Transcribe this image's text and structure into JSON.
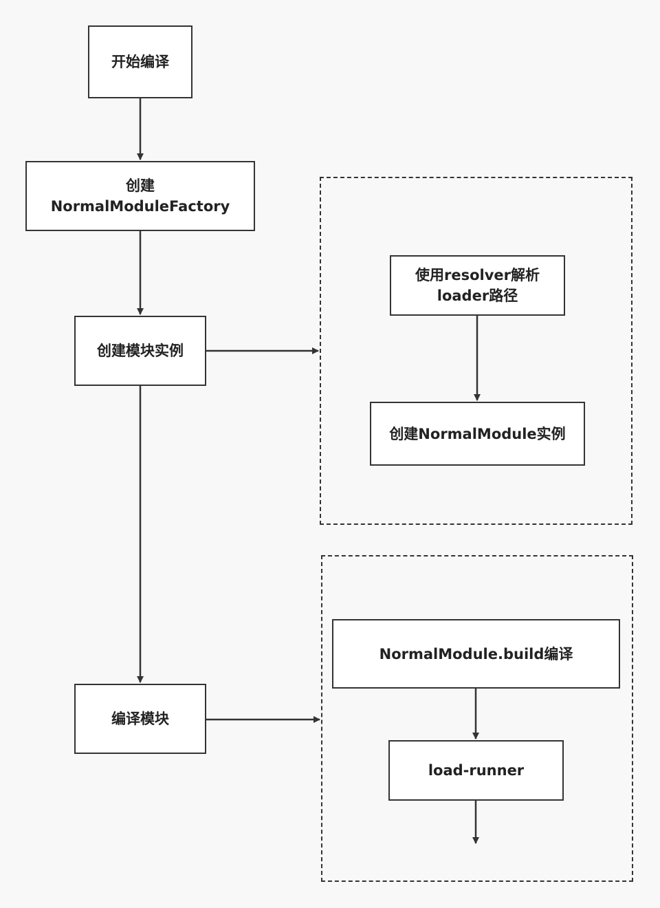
{
  "diagram": {
    "nodes": {
      "start_compile": {
        "lines": [
          "开始编译"
        ]
      },
      "create_factory": {
        "lines": [
          "创建",
          "NormalModuleFactory"
        ]
      },
      "create_module_instance": {
        "lines": [
          "创建模块实例"
        ]
      },
      "resolve_loader": {
        "lines": [
          "使用resolver解析",
          "loader路径"
        ]
      },
      "create_normal_module": {
        "lines": [
          "创建NormalModule实例"
        ]
      },
      "compile_module": {
        "lines": [
          "编译模块"
        ]
      },
      "build_compile": {
        "lines": [
          "NormalModule.build编译"
        ]
      },
      "load_runner": {
        "lines": [
          "load-runner"
        ]
      }
    },
    "edges": [
      {
        "from": "start_compile",
        "to": "create_factory"
      },
      {
        "from": "create_factory",
        "to": "create_module_instance"
      },
      {
        "from": "create_module_instance",
        "to": "compile_module"
      },
      {
        "from": "create_module_instance",
        "to": "group_create_details"
      },
      {
        "from": "resolve_loader",
        "to": "create_normal_module"
      },
      {
        "from": "compile_module",
        "to": "group_build_details"
      },
      {
        "from": "build_compile",
        "to": "load_runner"
      },
      {
        "from": "load_runner",
        "to": ""
      }
    ],
    "colors": {
      "stroke": "#333333",
      "node_fill": "#ffffff",
      "background": "#f8f8f8",
      "text": "#222222"
    }
  }
}
